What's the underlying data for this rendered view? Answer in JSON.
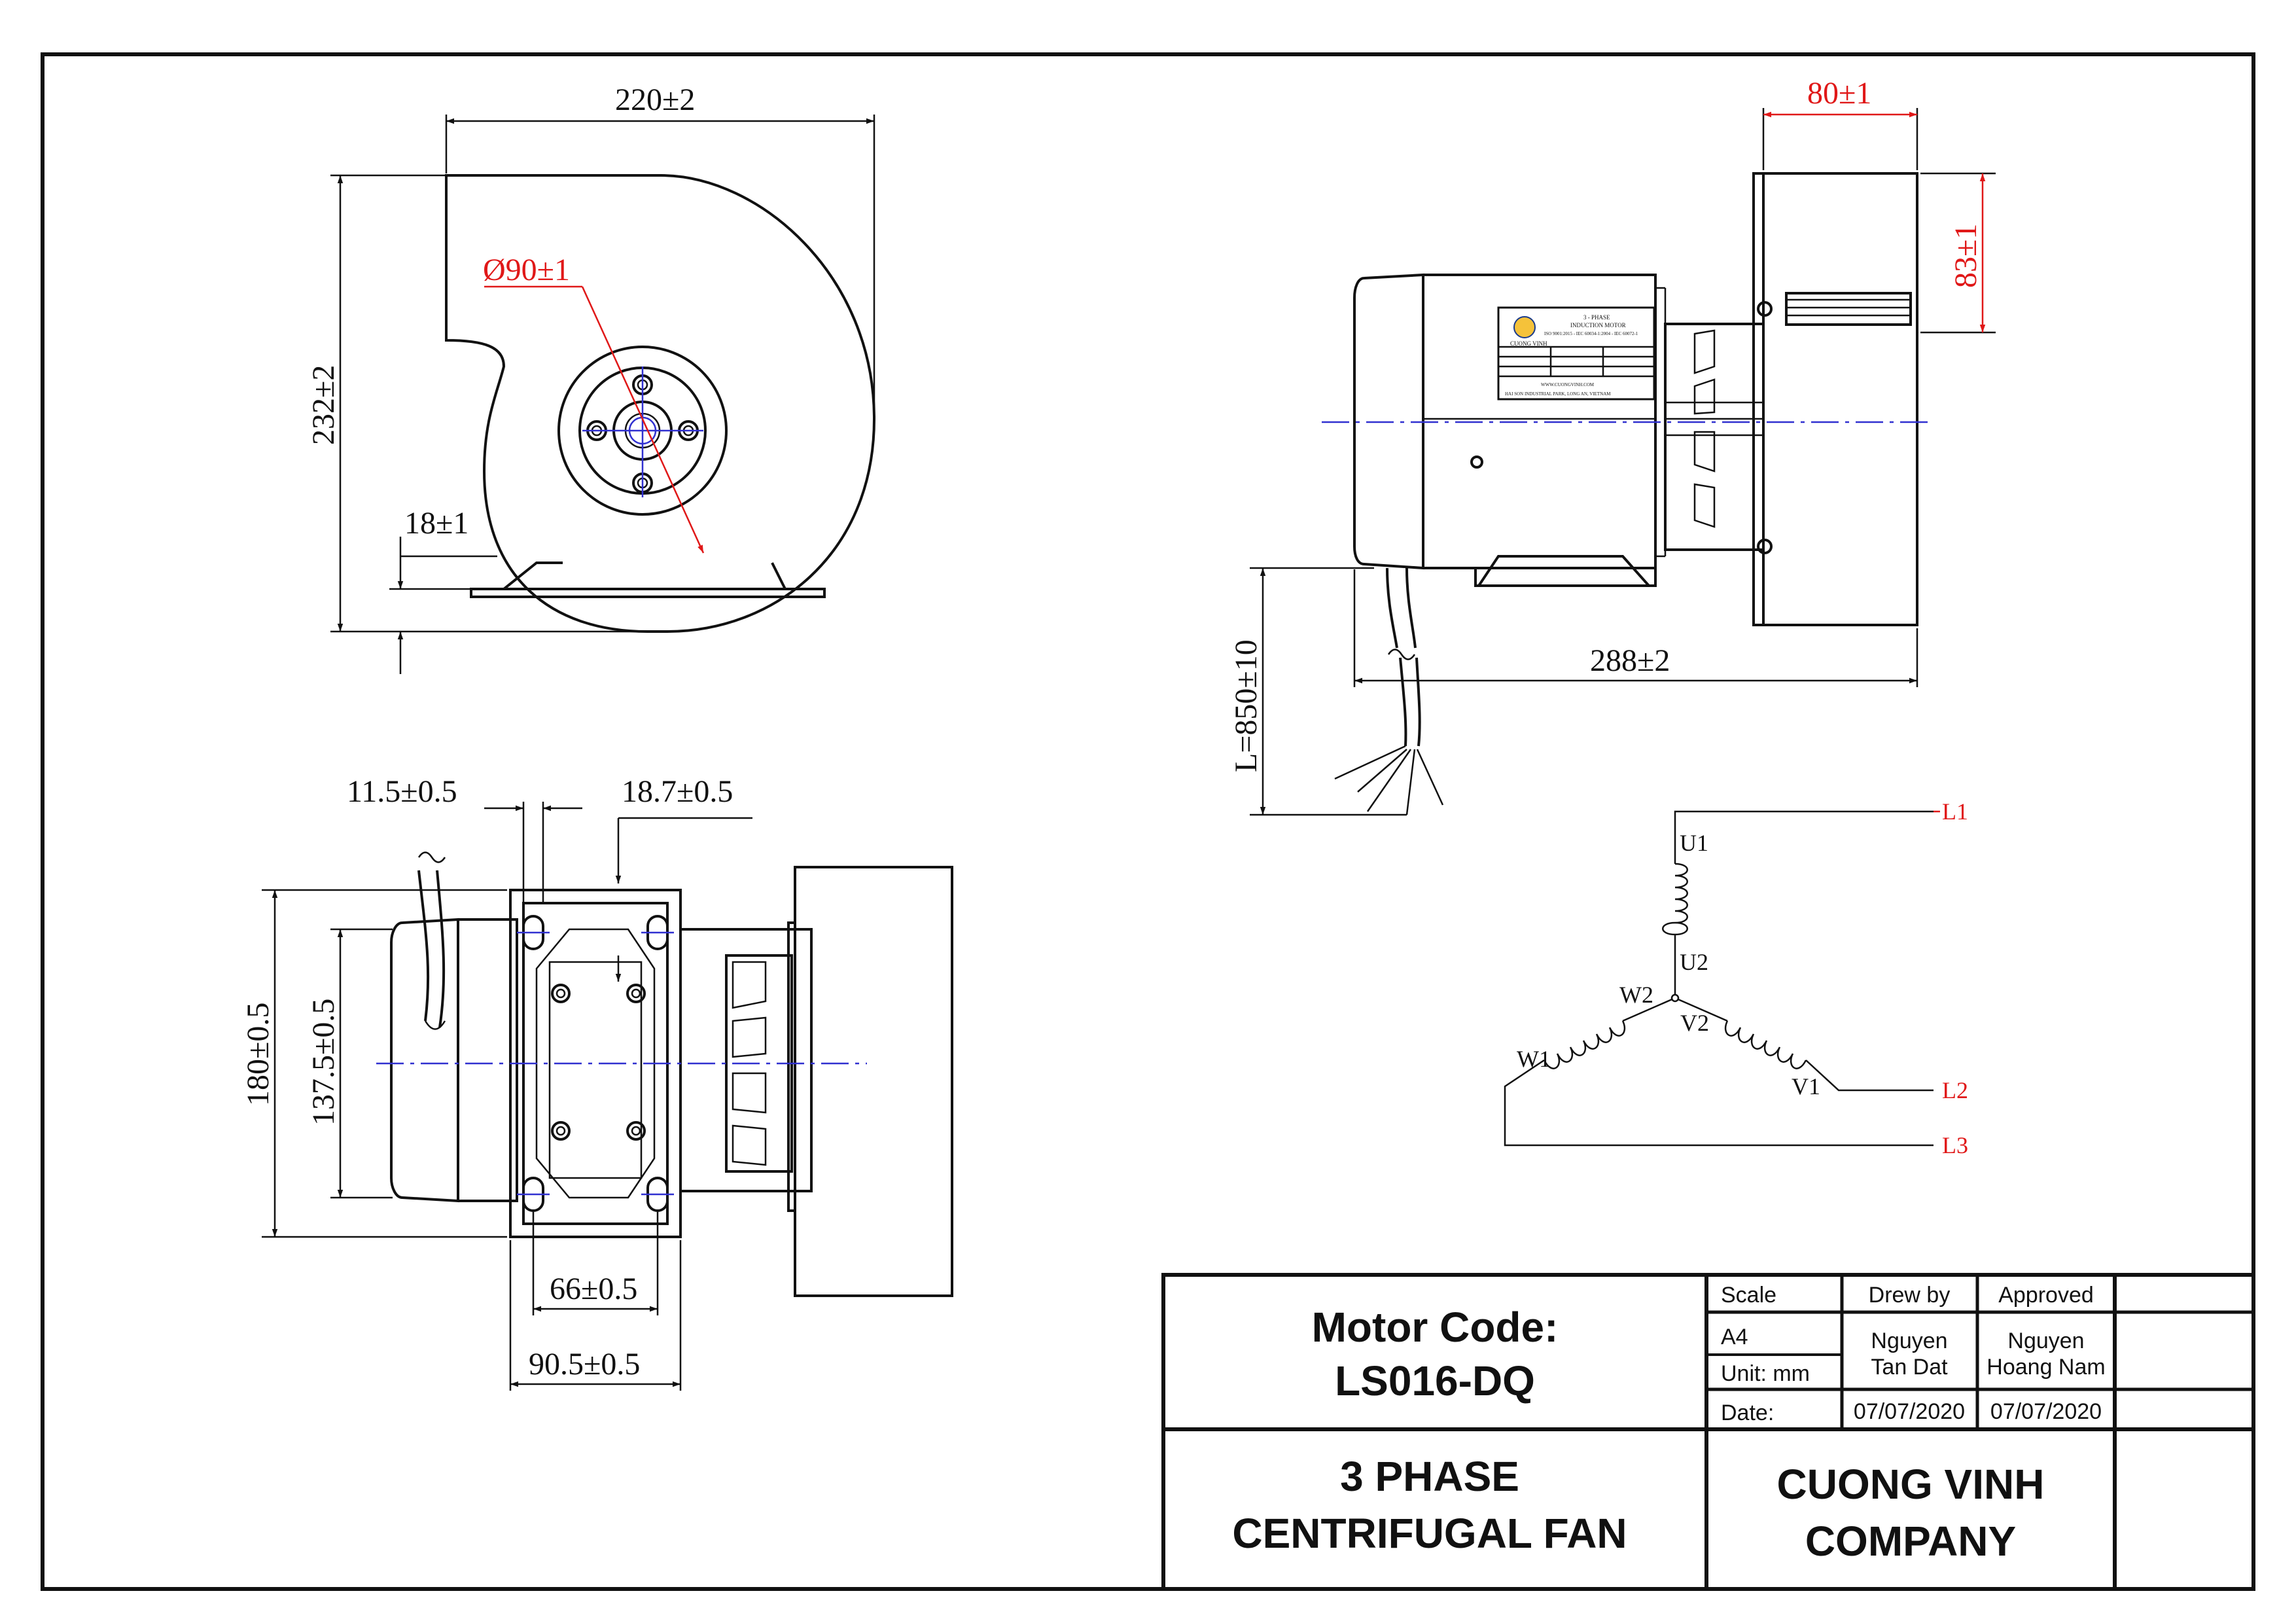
{
  "dimensions": {
    "front_width": "220±2",
    "front_height": "232±2",
    "inlet_diameter": "Ø90±1",
    "foot_height": "18±1",
    "side_outlet_width": "80±1",
    "side_outlet_height": "83±1",
    "side_length": "288±2",
    "cable_length": "L=850±10",
    "bottom_slot_a": "11.5±0.5",
    "bottom_slot_b": "18.7±0.5",
    "bottom_height_outer": "180±0.5",
    "bottom_height_inner": "137.5±0.5",
    "bottom_hole_spacing": "66±0.5",
    "bottom_base_width": "90.5±0.5"
  },
  "wiring": {
    "terminals": [
      "U1",
      "U2",
      "W1",
      "W2",
      "V1",
      "V2"
    ],
    "lines": [
      "L1",
      "L2",
      "L3"
    ]
  },
  "title_block": {
    "motor_code_label": "Motor Code:",
    "motor_code": "LS016-DQ",
    "description_line1": "3 PHASE",
    "description_line2": "CENTRIFUGAL FAN",
    "company_line1": "CUONG VINH",
    "company_line2": "COMPANY",
    "scale_label": "Scale",
    "scale_value": "A4",
    "unit": "Unit: mm",
    "date_label": "Date:",
    "drew_by_label": "Drew by",
    "drew_by_line1": "Nguyen",
    "drew_by_line2": "Tan Dat",
    "approved_label": "Approved",
    "approved_line1": "Nguyen",
    "approved_line2": "Hoang Nam",
    "drew_date": "07/07/2020",
    "approved_date": "07/07/2020"
  },
  "nameplate": {
    "title": "3 - PHASE",
    "subtitle": "INDUCTION MOTOR",
    "standard": "ISO 9001:2015 - IEC 60034-1:2004 - IEC 60072-1",
    "logo": "CUONG VINH",
    "website": "WWW.CUONGVINH.COM",
    "address": "HAI SON INDUSTRIAL PARK, LONG AN, VIETNAM"
  },
  "colors": {
    "line": "#111111",
    "dimension_red": "#e01818",
    "center_blue": "#3030d0"
  }
}
